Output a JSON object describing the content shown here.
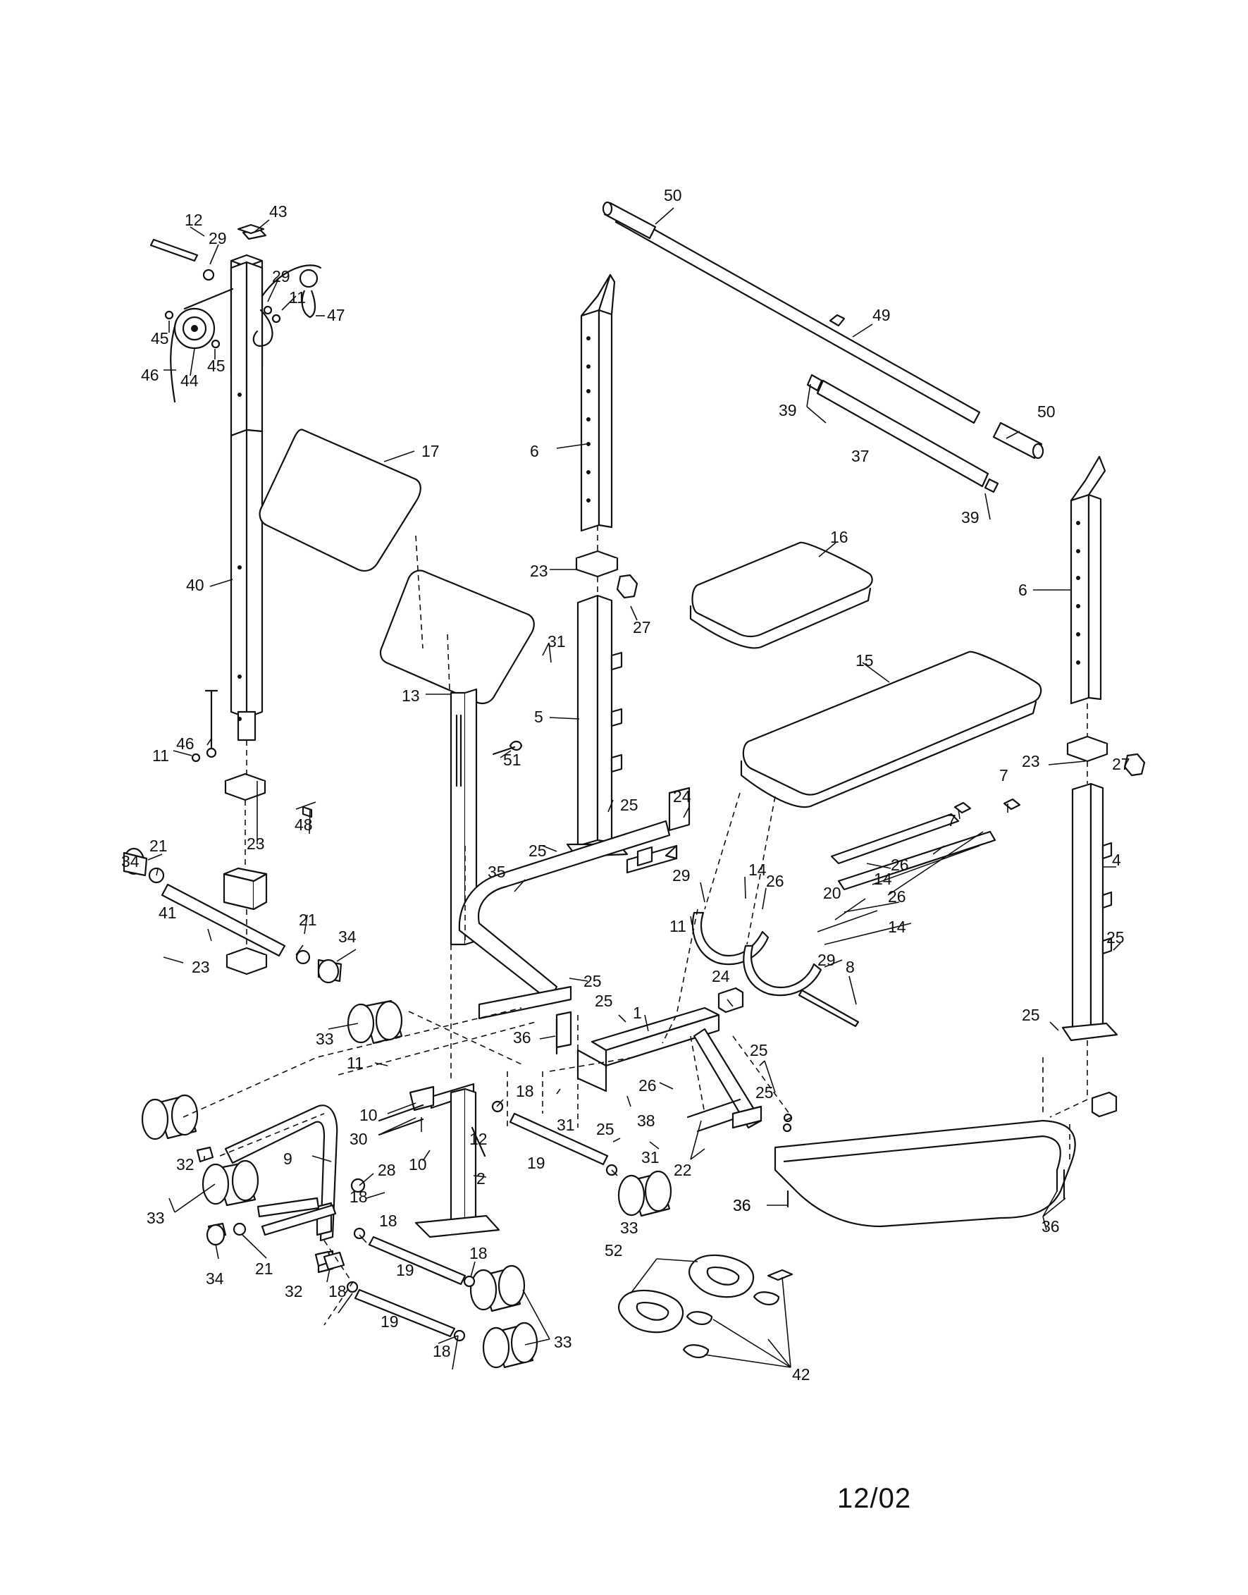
{
  "diagram": {
    "type": "exploded-parts-diagram",
    "date_code": "12/02",
    "callouts": [
      "50",
      "49",
      "50",
      "39",
      "37",
      "39",
      "12",
      "43",
      "29",
      "29",
      "11",
      "47",
      "45",
      "45",
      "46",
      "44",
      "17",
      "6",
      "6",
      "23",
      "27",
      "16",
      "31",
      "15",
      "40",
      "13",
      "5",
      "51",
      "46",
      "11",
      "25",
      "24",
      "27",
      "23",
      "7",
      "7",
      "48",
      "23",
      "25",
      "26",
      "14",
      "20",
      "4",
      "34",
      "21",
      "35",
      "29",
      "14",
      "26",
      "26",
      "41",
      "11",
      "14",
      "21",
      "34",
      "25",
      "29",
      "8",
      "23",
      "25",
      "24",
      "25",
      "36",
      "25",
      "1",
      "33",
      "11",
      "25",
      "26",
      "18",
      "10",
      "25",
      "38",
      "31",
      "25",
      "12",
      "30",
      "31",
      "10",
      "19",
      "22",
      "9",
      "28",
      "18",
      "2",
      "36",
      "32",
      "33",
      "18",
      "34",
      "21",
      "19",
      "32",
      "18",
      "33",
      "18",
      "19",
      "52",
      "42",
      "18",
      "33",
      "36",
      "36"
    ]
  }
}
